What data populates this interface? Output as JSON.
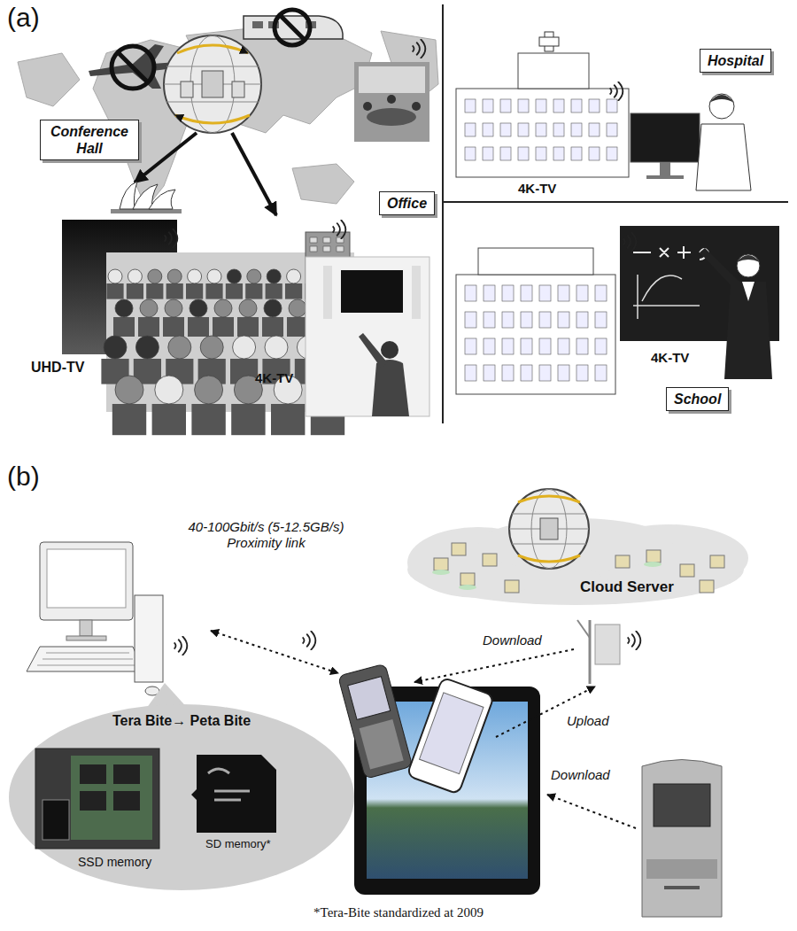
{
  "diagram": {
    "caption": "*Tera-Bite standardized at 2009",
    "nodes": [
      {
        "text": [
          "Conference Hall"
        ]
      },
      {
        "text": [
          "Office"
        ]
      },
      {
        "text": [
          "Hospital"
        ]
      },
      {
        "text": [
          "School"
        ]
      },
      {
        "text": [
          "Cloud Server"
        ]
      },
      {
        "text": [
          "Tera Bite→ Peta Bite"
        ]
      }
    ],
    "labels": [
      "(a)",
      "UHD-TV",
      "4K-TV",
      "4K-TV",
      "4K-TV",
      "(b)",
      "40-100Gbit/s (5-12.5GB/s) Proximity link",
      "Download",
      "Upload",
      "Download",
      "SSD memory",
      "SD memory*"
    ]
  }
}
